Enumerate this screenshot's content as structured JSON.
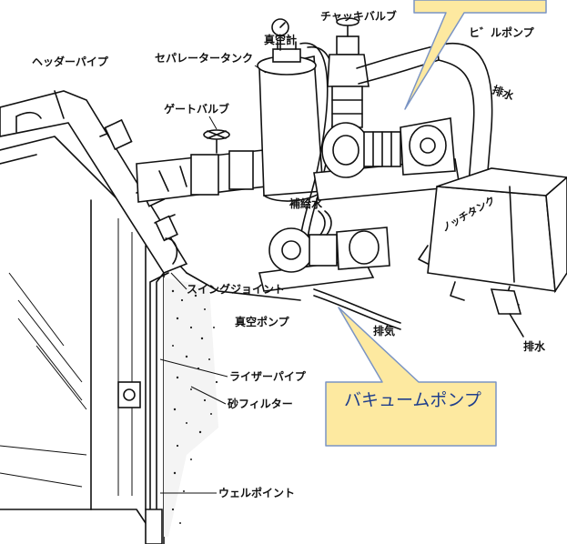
{
  "labels": {
    "check_valve": "チャッキバルブ",
    "vacuum_gauge": "真空計",
    "separator_tank": "セパレータータンク",
    "centrifugal_pump": "ヒ゛ルポンプ",
    "header_pipe": "ヘッダーパイプ",
    "gate_valve": "ゲートバルブ",
    "drain_top": "排水",
    "supply_water": "補給水",
    "notch_tank": "ノッチタンク",
    "swing_joint": "スイングジョイント",
    "vacuum_pump": "真空ポンプ",
    "exhaust": "排気",
    "drain_bottom": "排水",
    "riser_pipe": "ライザーパイプ",
    "sand_filter": "砂フィルター",
    "well_point": "ウェルポイント"
  },
  "callouts": {
    "bottom_text": "バキュームポンプ"
  },
  "colors": {
    "callout_fill": "#fde9a0",
    "callout_stroke": "#7a94c4",
    "callout_text": "#1f3e8c",
    "line": "#111111"
  }
}
